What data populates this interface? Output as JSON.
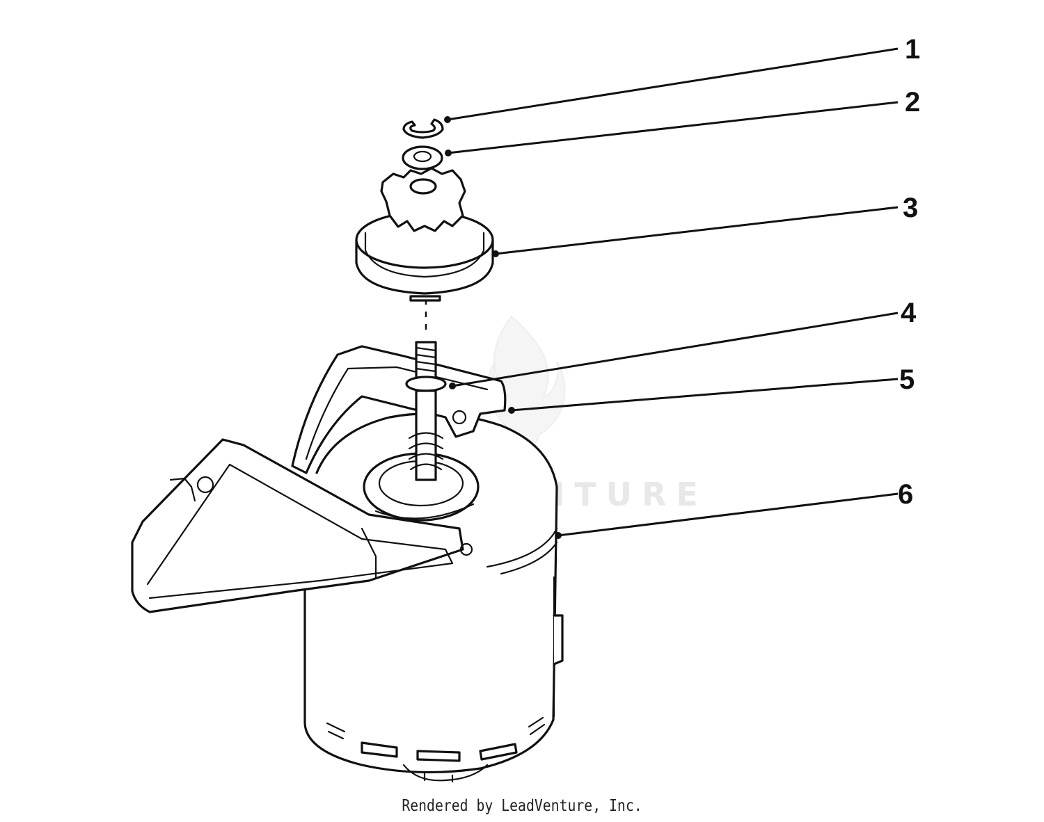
{
  "callouts": [
    {
      "label": "1"
    },
    {
      "label": "2"
    },
    {
      "label": "3"
    },
    {
      "label": "4"
    },
    {
      "label": "5"
    },
    {
      "label": "6"
    }
  ],
  "watermark": {
    "text": "LEADVENTURE",
    "icon": "flame-logo-icon"
  },
  "footer": {
    "credit": "Rendered by LeadVenture, Inc."
  },
  "colors": {
    "ink": "#111111",
    "background": "#ffffff",
    "watermark": "#d6d6d6"
  }
}
